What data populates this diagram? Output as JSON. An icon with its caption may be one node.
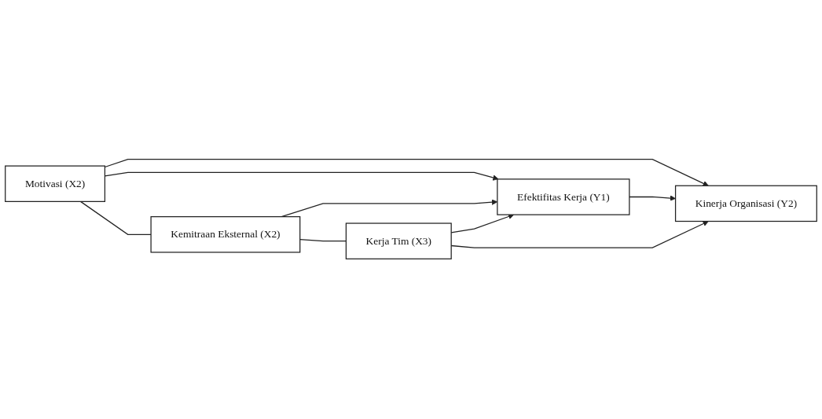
{
  "diagram": {
    "nodes": [
      {
        "text": [
          "Motivasi (X2)"
        ]
      },
      {
        "text": [
          "Kemitraan Eksternal (X2)"
        ]
      },
      {
        "text": [
          "Kerja Tim (X3)"
        ]
      },
      {
        "text": [
          "Efektifitas Kerja (Y1)"
        ]
      },
      {
        "text": [
          "Kinerja Organisasi (Y2)"
        ]
      }
    ],
    "edges": [
      {
        "from": 0,
        "to": 1,
        "arrow": "none"
      },
      {
        "from": 1,
        "to": 2,
        "arrow": "none"
      },
      {
        "from": 0,
        "to": 3,
        "arrow": "to"
      },
      {
        "from": 0,
        "to": 4,
        "arrow": "to"
      },
      {
        "from": 1,
        "to": 3,
        "arrow": "to"
      },
      {
        "from": 3,
        "to": 4,
        "arrow": "to"
      },
      {
        "from": 2,
        "to": 3,
        "arrow": "to"
      },
      {
        "from": 2,
        "to": 4,
        "arrow": "to"
      }
    ]
  }
}
